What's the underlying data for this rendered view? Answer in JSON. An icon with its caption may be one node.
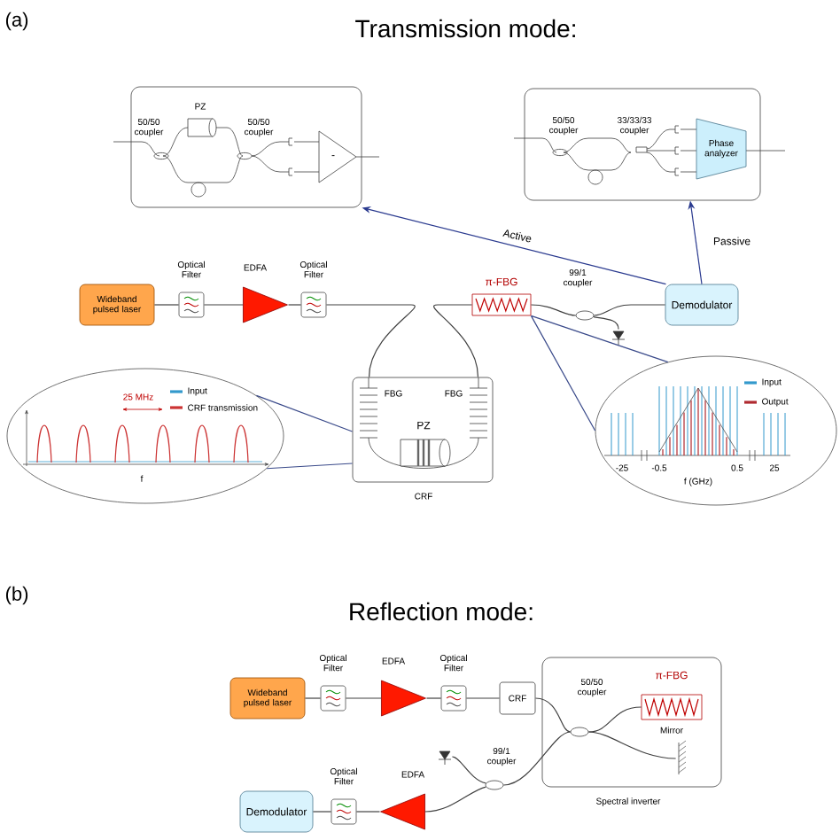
{
  "diagram": {
    "nodes": [
      {
        "text": [
          "50/50 coupler",
          "PZ",
          "50/50 coupler",
          "-"
        ]
      },
      {
        "text": [
          "50/50 coupler",
          "33/33/33 coupler"
        ]
      },
      {
        "text": [
          "Phase analyzer"
        ],
        "in": 1
      },
      {
        "text": [
          "Wideband pulsed laser"
        ]
      },
      {
        "text": [
          "Optical Filter"
        ]
      },
      {
        "text": [
          "EDFA"
        ]
      },
      {
        "text": [
          "Optical Filter"
        ]
      },
      {
        "text": [
          "FBG",
          "FBG",
          "PZ",
          "CRF"
        ]
      },
      {
        "text": [
          "π-FBG"
        ]
      },
      {
        "text": [
          "99/1 coupler"
        ]
      },
      {
        "text": [],
        "shape": "diode"
      },
      {
        "text": [
          "Demodulator"
        ]
      },
      {
        "text": [
          "25 MHz",
          "f"
        ]
      },
      {
        "text": [
          "-25",
          "-0.5",
          "0.5",
          "25",
          "f (GHz)"
        ]
      },
      {
        "text": [
          "Wideband pulsed laser"
        ]
      },
      {
        "text": [
          "Optical Filter"
        ]
      },
      {
        "text": [
          "EDFA"
        ]
      },
      {
        "text": [
          "Optical Filter"
        ]
      },
      {
        "text": [
          "CRF"
        ]
      },
      {
        "text": [
          "Spectral inverter"
        ]
      },
      {
        "text": [
          "50/50 coupler"
        ],
        "in": 19
      },
      {
        "text": [
          "π-FBG"
        ],
        "in": 19
      },
      {
        "text": [
          "Mirror"
        ],
        "in": 19
      },
      {
        "text": [
          "99/1 coupler"
        ]
      },
      {
        "text": [],
        "shape": "diode"
      },
      {
        "text": [
          "EDFA"
        ]
      },
      {
        "text": [
          "Optical Filter"
        ]
      },
      {
        "text": [
          "Demodulator"
        ]
      }
    ],
    "edges": [
      {
        "from": 11,
        "to": 0,
        "arrow": "to",
        "label": "Active",
        "color": "#2a3a8f"
      },
      {
        "from": 11,
        "to": 1,
        "arrow": "to",
        "label": "Passive",
        "color": "#2a3a8f"
      },
      {
        "from": 3,
        "to": 4,
        "arrow": "none"
      },
      {
        "from": 4,
        "to": 5,
        "arrow": "none"
      },
      {
        "from": 5,
        "to": 6,
        "arrow": "none"
      },
      {
        "from": 6,
        "to": 7,
        "arrow": "none"
      },
      {
        "from": 7,
        "to": 8,
        "arrow": "none"
      },
      {
        "from": 8,
        "to": 9,
        "arrow": "none"
      },
      {
        "from": 9,
        "to": 11,
        "arrow": "none"
      },
      {
        "from": 9,
        "to": 10,
        "arrow": "none"
      },
      {
        "from": 12,
        "to": 7,
        "arrow": "none",
        "color": "#3a4a8a"
      },
      {
        "from": 13,
        "to": 8,
        "arrow": "none",
        "color": "#3a4a8a"
      },
      {
        "from": 14,
        "to": 15,
        "arrow": "none"
      },
      {
        "from": 15,
        "to": 16,
        "arrow": "none"
      },
      {
        "from": 16,
        "to": 17,
        "arrow": "none"
      },
      {
        "from": 17,
        "to": 18,
        "arrow": "none"
      },
      {
        "from": 18,
        "to": 20,
        "arrow": "none"
      },
      {
        "from": 20,
        "to": 21,
        "arrow": "none"
      },
      {
        "from": 20,
        "to": 22,
        "arrow": "none"
      },
      {
        "from": 20,
        "to": 23,
        "arrow": "none"
      },
      {
        "from": 23,
        "to": 24,
        "arrow": "none"
      },
      {
        "from": 23,
        "to": 25,
        "arrow": "none"
      },
      {
        "from": 25,
        "to": 26,
        "arrow": "none"
      },
      {
        "from": 26,
        "to": 27,
        "arrow": "none"
      }
    ],
    "labels": [
      "(a)",
      "Transmission mode:",
      "(b)",
      "Reflection mode:"
    ],
    "legend": [
      {
        "text": "Input",
        "color": "#3399cc"
      },
      {
        "text": "CRF transmission",
        "color": "#cc3333"
      },
      {
        "text": "Input",
        "color": "#3399cc"
      },
      {
        "text": "Output",
        "color": "#b02a30"
      }
    ]
  }
}
